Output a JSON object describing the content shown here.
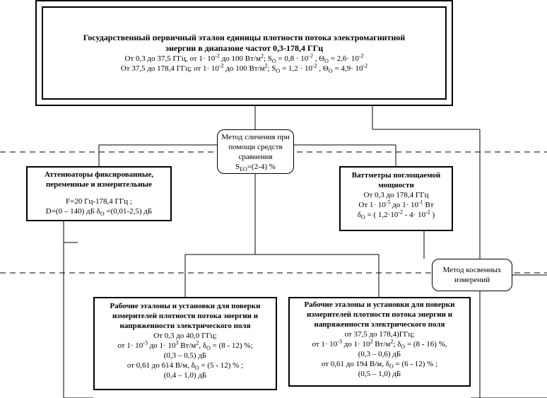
{
  "primary": {
    "title_1": "Государственный первичный эталон единицы плотности потока электромагнитной",
    "title_2": "энергии в диапазоне частот 0,3-178,4 ГГц",
    "range1_part1": "От 0,3 до 37,5 ГГц, от 1· 10",
    "range1_exp1": "-2",
    "range1_part2": " до 100 Вт/м",
    "range1_sq": "2",
    "range1_part3": "; S",
    "range1_sub": "O",
    "range1_part4": " = 0,8 · 10",
    "range1_exp2": "-2",
    "range1_part5": " , Θ",
    "range1_sub2": "O",
    "range1_part6": " = 2,6· 10",
    "range1_exp3": "-2",
    "range2_part1": "От 37,5 до 178,4 ГГц; от 1· 10",
    "range2_exp1": "-2",
    "range2_part2": " до 100 Вт/м",
    "range2_sq": "2",
    "range2_part3": "; S",
    "range2_sub": "O",
    "range2_part4": " = 1,2 · 10",
    "range2_exp2": "-2",
    "range2_part5": " , Θ",
    "range2_sub2": "O",
    "range2_part6": " = 4,9· 10",
    "range2_exp3": "-2"
  },
  "comparison": {
    "line1": "Метод сличения при",
    "line2": "помощи средств",
    "line3": "сравнения",
    "value_prefix": "S",
    "value_sub": "EO",
    "value_rest": "=(2-4) %"
  },
  "indirect": {
    "line1": "Метод косвенных",
    "line2": "измерений"
  },
  "attenuators": {
    "title_1": "Аттенюаторы фиксированные,",
    "title_2": "переменные и измерительные",
    "freq": "F=20 Гц-178,4 ГГц ;",
    "range_part1": "D=(0 – 140) дБ   δ",
    "range_sub": "O",
    "range_part2": " =(0,01-2,5) дБ"
  },
  "wattmeters": {
    "title_1": "Ваттметры поглощаемой",
    "title_2": "мощности",
    "freq": "От 0,3 до 178,4 ГГц",
    "power_part1": "От  1· 10",
    "power_exp1": "-5",
    "power_part2": "  до 1· 10",
    "power_exp2": "-1",
    "power_part3": " Вт",
    "err_part1": "δ",
    "err_sub": "O",
    "err_part2": " = ( 1,2·10",
    "err_exp1": "-2",
    "err_part3": " - 4· 10",
    "err_exp2": "-2",
    "err_part4": " )"
  },
  "working_left": {
    "title_1": "Рабочие эталоны и установки для поверки",
    "title_2": "измерителей плотности потока энергии и",
    "title_3": "напряженности электрического поля",
    "freq": "От 0,3 до 40,0 ГГц;",
    "pfd_part1": "от 1· 10",
    "pfd_exp1": "-3",
    "pfd_part2": " до 1· 10",
    "pfd_exp2": "3",
    "pfd_part3": " Вт/м",
    "pfd_sq": "2",
    "pfd_part4": ", δ",
    "pfd_sub": "O",
    "pfd_part5": " = (8  - 12) %;",
    "pfd_db": "(0,3 – 0,5) дБ",
    "field_part1": "от 0,61 до 614 В/м, δ",
    "field_sub": "O",
    "field_part2": " = (5  - 12) % ;",
    "field_db": "(0,4 – 1,0) дБ"
  },
  "working_right": {
    "title_1": "Рабочие эталоны и установки для поверки",
    "title_2": "измерителей плотности потока энергии и",
    "title_3": "напряженности электрического поля",
    "freq": "от 37,5 до 178,4)ГГц;",
    "pfd_part1": "от 1· 10",
    "pfd_exp1": "-3",
    "pfd_part2": " до 1· 10",
    "pfd_exp2": "2",
    "pfd_part3": " Вт/м",
    "pfd_sq": "2",
    "pfd_part4": "; δ",
    "pfd_sub": "O",
    "pfd_part5": " = (8  - 16) %,",
    "pfd_db": "(0,3 – 0,6) дБ",
    "field_part1": "от 0,61 до 194 В/м, δ",
    "field_sub": "O",
    "field_part2": " = (6  -  12) % ;",
    "field_db": "(0,5 – 1,0) дБ"
  }
}
